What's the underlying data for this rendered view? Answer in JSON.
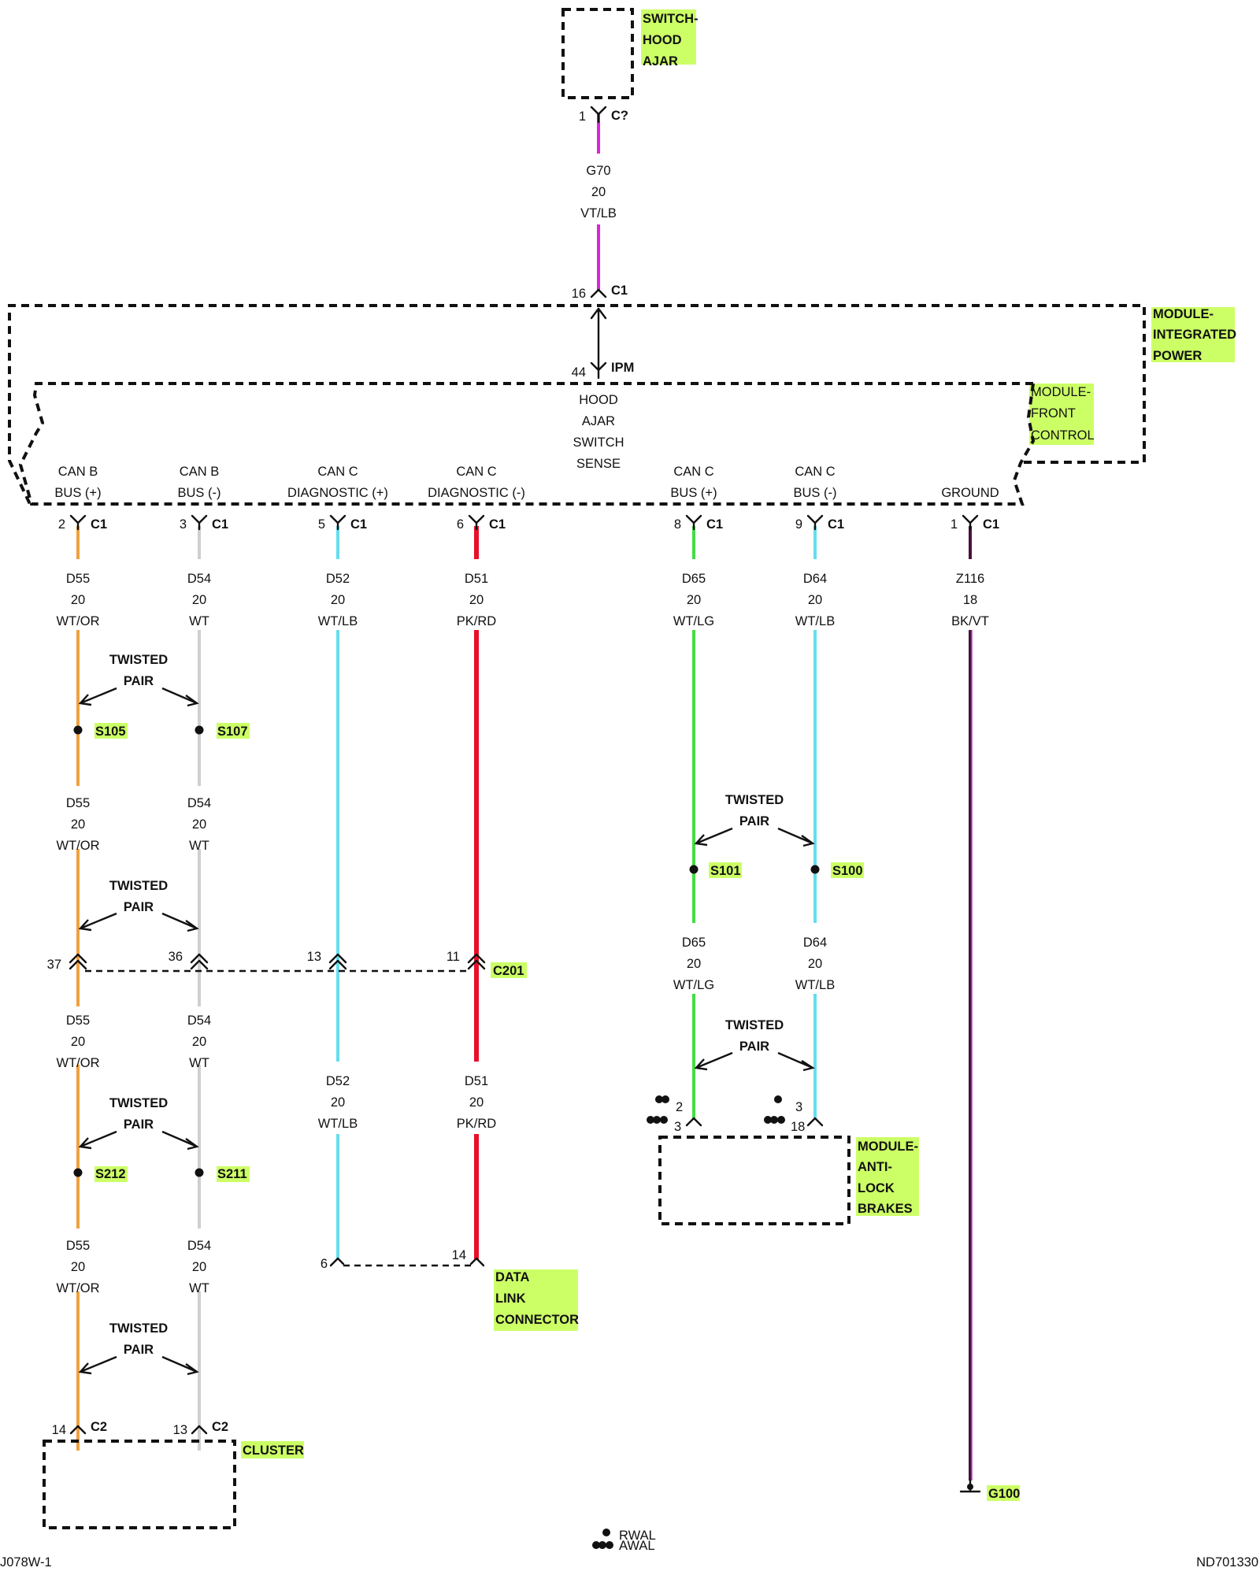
{
  "components": {
    "hood_switch": [
      "SWITCH-",
      "HOOD",
      "AJAR"
    ],
    "ipm": [
      "MODULE-",
      "INTEGRATED",
      "POWER"
    ],
    "fcm": [
      "MODULE-",
      "FRONT",
      "CONTROL"
    ],
    "abs": [
      "MODULE-",
      "ANTI-",
      "LOCK",
      "BRAKES"
    ],
    "cluster": "CLUSTER",
    "dlc": [
      "DATA",
      "LINK",
      "CONNECTOR"
    ],
    "c201": "C201",
    "ground": "G100"
  },
  "hood_circuit": {
    "pin_top": "1",
    "conn_top": "C?",
    "wire": [
      "G70",
      "20",
      "VT/LB"
    ],
    "pin_ipm": "16",
    "conn_ipm": "C1",
    "pin_inner": "44",
    "conn_inner": "IPM",
    "sense": [
      "HOOD",
      "AJAR",
      "SWITCH",
      "SENSE"
    ]
  },
  "pins": [
    {
      "lines": [
        "CAN B",
        "BUS (+)"
      ],
      "pin": "2",
      "conn": "C1"
    },
    {
      "lines": [
        "CAN B",
        "BUS (-)"
      ],
      "pin": "3",
      "conn": "C1"
    },
    {
      "lines": [
        "CAN C",
        "DIAGNOSTIC (+)"
      ],
      "pin": "5",
      "conn": "C1"
    },
    {
      "lines": [
        "CAN C",
        "DIAGNOSTIC (-)"
      ],
      "pin": "6",
      "conn": "C1"
    },
    {
      "lines": [
        "CAN C",
        "BUS (+)"
      ],
      "pin": "8",
      "conn": "C1"
    },
    {
      "lines": [
        "CAN C",
        "BUS (-)"
      ],
      "pin": "9",
      "conn": "C1"
    },
    {
      "lines": [
        "",
        "GROUND"
      ],
      "pin": "1",
      "conn": "C1"
    }
  ],
  "wire_labels": {
    "d55": [
      "D55",
      "20",
      "WT/OR"
    ],
    "d54": [
      "D54",
      "20",
      "WT"
    ],
    "d52": [
      "D52",
      "20",
      "WT/LB"
    ],
    "d51": [
      "D51",
      "20",
      "PK/RD"
    ],
    "d65": [
      "D65",
      "20",
      "WT/LG"
    ],
    "d64": [
      "D64",
      "20",
      "WT/LB"
    ],
    "z116": [
      "Z116",
      "18",
      "BK/VT"
    ]
  },
  "twisted_pair": [
    "TWISTED",
    "PAIR"
  ],
  "splices": {
    "s105": "S105",
    "s107": "S107",
    "s101": "S101",
    "s100": "S100",
    "s212": "S212",
    "s211": "S211"
  },
  "c201_pins": {
    "d55": "37",
    "d54": "36",
    "d52": "13",
    "d51": "11"
  },
  "dlc_pins": {
    "d52": "6",
    "d51": "14"
  },
  "abs_pins": {
    "d65_top": "2",
    "d65_bottom": "3",
    "d64_top": "3",
    "d64_bottom": "18"
  },
  "cluster_pins": {
    "d55": "14",
    "d54": "13",
    "conn": "C2"
  },
  "legend": [
    "RWAL",
    "AWAL"
  ],
  "footer": {
    "left": "J078W-1",
    "right": "ND701330"
  },
  "colors": {
    "orange": "#f0a040",
    "gray": "#cfcfcf",
    "lightblue": "#66ddee",
    "red": "#e8102a",
    "green": "#44dd44",
    "violet": "#dd22dd",
    "blackviolet": "#4a1040",
    "highlight": "#ccff66"
  }
}
